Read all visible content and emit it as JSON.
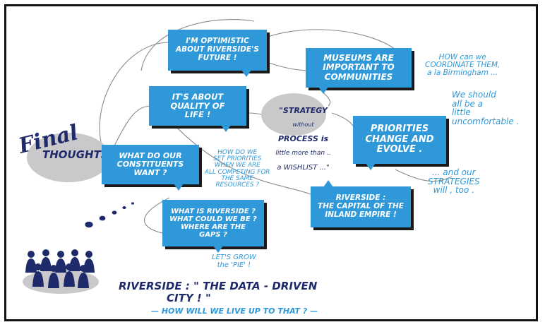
{
  "title": {
    "line1": "Final",
    "line2": "THOUGHTS"
  },
  "boxes": {
    "optimistic": "I'M OPTIMISTIC\nABOUT RIVERSIDE'S\nFUTURE !",
    "museums": "MUSEUMS are\nIMPORTANT to\nCOMMUNITIES",
    "quality": "IT'S ABOUT\nQUALITY OF\nLIFE !",
    "constituents": "WHAT DO OUR\nCONSTITUENTS\nWANT ?",
    "priorities": "PRIORITIES\nCHANGE and\nEVOLVE .",
    "capital": "RIVERSIDE :\nThe CAPITAL of the\nINLAND EMPIRE !",
    "whatis": "WHAT IS RIVERSIDE ?\nWHAT COULD WE BE ?\nWHERE ARE THE\nGAPS ?"
  },
  "notes": {
    "coordinate": "HOW can we\nCOORDINATE THEM,\na la Birmingham ...",
    "uncomfortable": "We should\nall be a\nlittle\nuncomfortable .",
    "strategies": "... and our\nSTRATEGIES\nwill , too .",
    "setpriorities": "HOW DO WE\nSET PRIORITIES\nWHEN WE ARE\nALL COMPETING FOR\nTHE SAME\nRESOURCES ?",
    "pie": "LET'S GROW\nthe 'PIE' !"
  },
  "strategy_quote": {
    "line1": "\"STRATEGY",
    "line2": "without",
    "line3": "PROCESS is",
    "line4": "little more than ..",
    "line5": "a WISHLIST ...\""
  },
  "bottom": {
    "line1": "RIVERSIDE : \" THE DATA - DRIVEN",
    "line2": "CITY ! \"",
    "line3": "— HOW WILL WE LIVE UP TO THAT ? —"
  },
  "colors": {
    "box_blue": "#2f98d8",
    "navy": "#1f2a6b",
    "oval_gray": "#c9c9cc"
  }
}
